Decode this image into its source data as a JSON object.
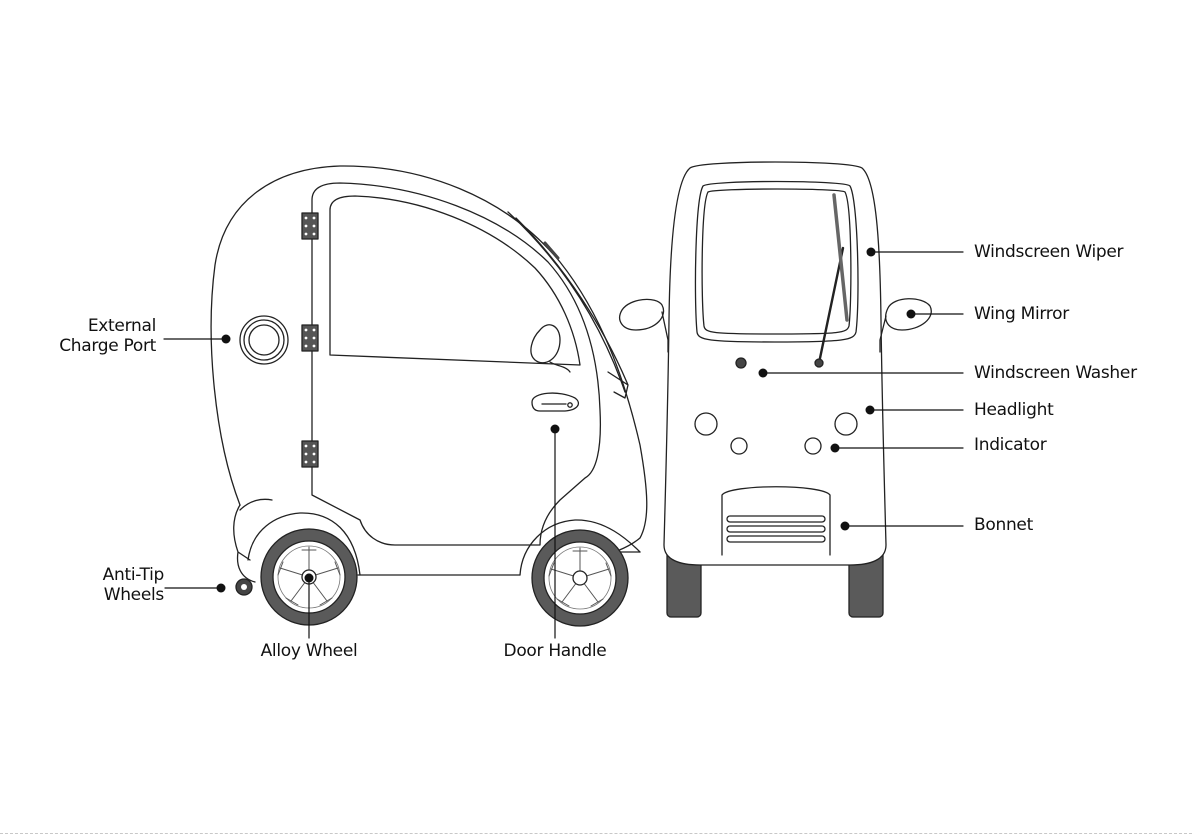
{
  "labels": {
    "external_charge_port": [
      "External",
      "Charge Port"
    ],
    "anti_tip_wheels": [
      "Anti-Tip",
      "Wheels"
    ],
    "alloy_wheel": "Alloy Wheel",
    "door_handle": "Door Handle",
    "windscreen_wiper": "Windscreen Wiper",
    "wing_mirror": "Wing Mirror",
    "windscreen_washer": "Windscreen Washer",
    "headlight": "Headlight",
    "indicator": "Indicator",
    "bonnet": "Bonnet"
  },
  "colors": {
    "outline": "#222222",
    "tyre": "#5a5a5a",
    "leader": "#111111",
    "background": "#ffffff"
  },
  "icons": [
    "hinge-icon",
    "charge-port-icon",
    "door-handle-icon",
    "wing-mirror-icon",
    "wiper-icon"
  ]
}
